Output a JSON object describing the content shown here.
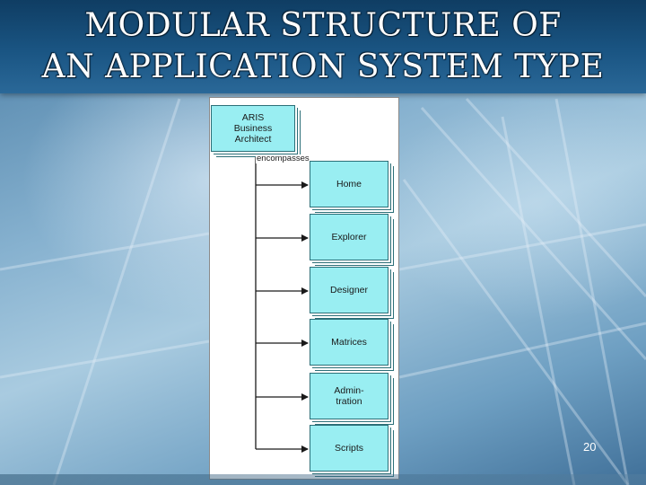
{
  "slide": {
    "title_line_1": "MODULAR STRUCTURE OF",
    "title_line_2": "AN APPLICATION SYSTEM TYPE",
    "page_number": "20"
  },
  "diagram": {
    "root": {
      "line1": "ARIS",
      "line2": "Business",
      "line3": "Architect"
    },
    "relation_label": "encompasses",
    "modules": [
      {
        "line1": "Home",
        "line2": ""
      },
      {
        "line1": "Explorer",
        "line2": ""
      },
      {
        "line1": "Designer",
        "line2": ""
      },
      {
        "line1": "Matrices",
        "line2": ""
      },
      {
        "line1": "Admin-",
        "line2": "tration"
      },
      {
        "line1": "Scripts",
        "line2": ""
      }
    ]
  },
  "colors": {
    "title_bar": "#1a5583",
    "module_fill": "#99eef2",
    "module_border": "#2c6f78"
  }
}
